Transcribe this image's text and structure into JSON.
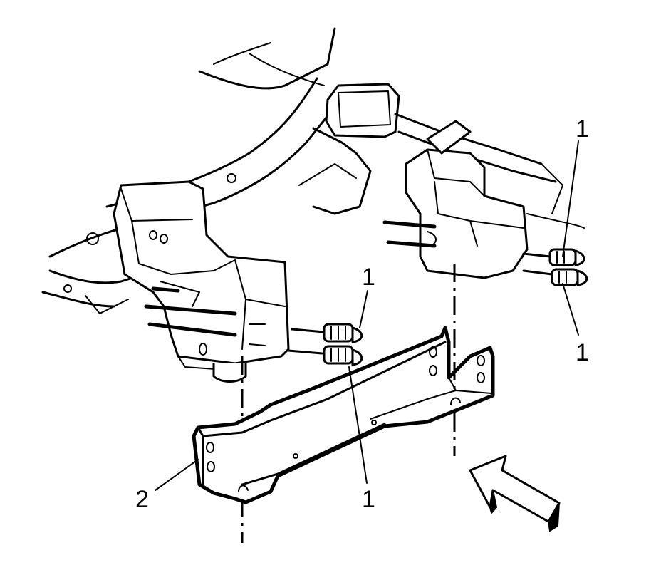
{
  "callouts": {
    "c1a": "1",
    "c1b": "1",
    "c1c": "1",
    "c1d": "1",
    "c2": "2"
  },
  "icons": {
    "view_arrow": "view-direction-arrow-icon"
  },
  "colors": {
    "line": "#000000",
    "background": "#ffffff"
  }
}
